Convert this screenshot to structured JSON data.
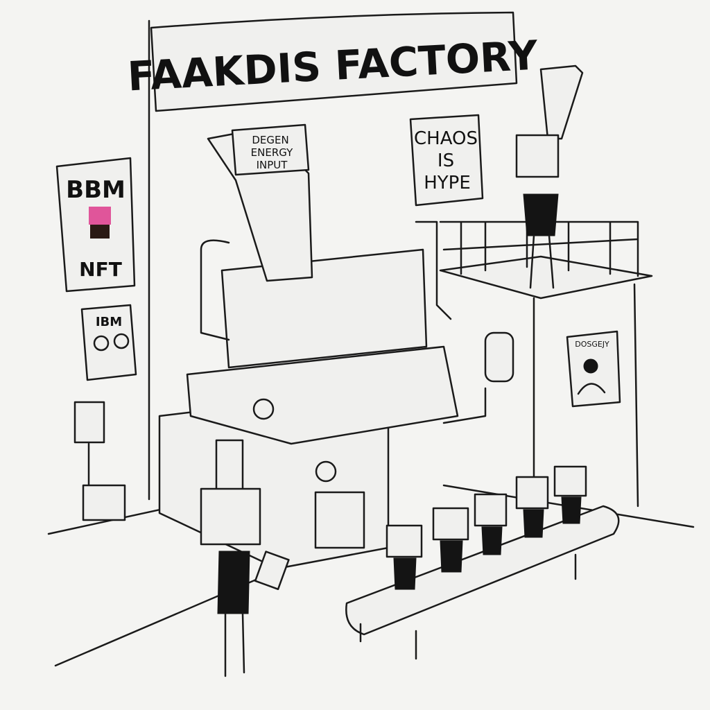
{
  "banner": {
    "title": "FAAKDIS FACTORY"
  },
  "machine": {
    "hopper_sign": [
      "DEGEN",
      "ENERGY",
      "INPUT"
    ]
  },
  "wall_sign": {
    "lines": [
      "CHAOS",
      "IS",
      "HYPE"
    ]
  },
  "posters": {
    "bbm_poster": {
      "top": "BBM",
      "bottom": "NFT"
    },
    "ibm_poster": {
      "title": "IBM"
    },
    "wanted_poster": {
      "title": "DOSGEJY"
    }
  },
  "colors": {
    "ink": "#1a1a1a",
    "paper": "#f4f4f2",
    "helmet_pink": "#e0559a"
  }
}
